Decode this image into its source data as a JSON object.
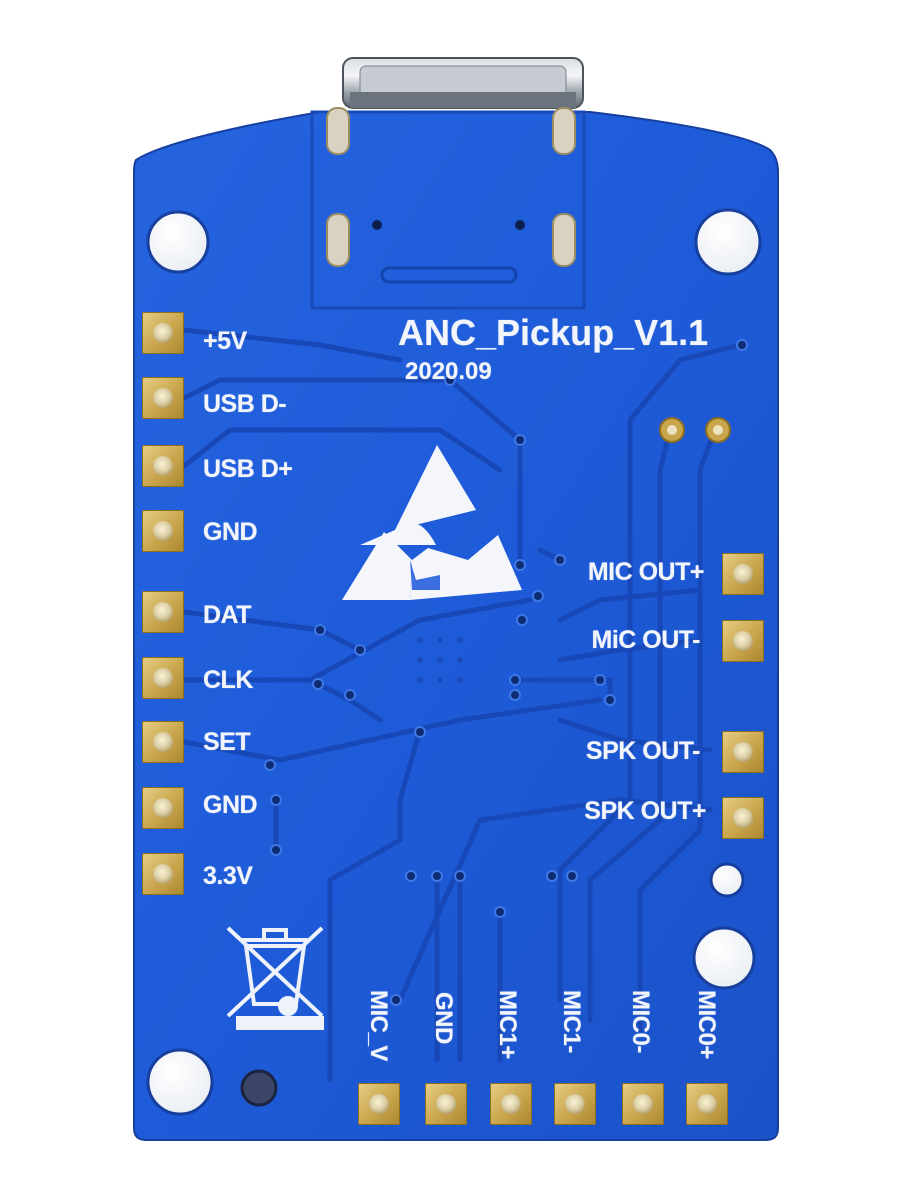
{
  "board": {
    "title": "ANC_Pickup_V1.1",
    "date": "2020.09",
    "colors": {
      "pcb": "#1e5bd8",
      "trace": "#1a4fc4",
      "silk": "#f2f5fb",
      "pad": "#c9a54c"
    }
  },
  "left_pins": [
    "+5V",
    "USB D-",
    "USB D+",
    "GND",
    "DAT",
    "CLK",
    "SET",
    "GND",
    "3.3V"
  ],
  "right_pins": [
    "MIC OUT+",
    "MiC OUT-",
    "SPK OUT-",
    "SPK OUT+"
  ],
  "bottom_pins": [
    "MIC_V",
    "GND",
    "MIC1+",
    "MIC1-",
    "MIC0-",
    "MIC0+"
  ],
  "icons": {
    "esd": "esd-warning-icon",
    "weee": "weee-crossed-bin-icon",
    "connector": "usb-c-connector"
  }
}
